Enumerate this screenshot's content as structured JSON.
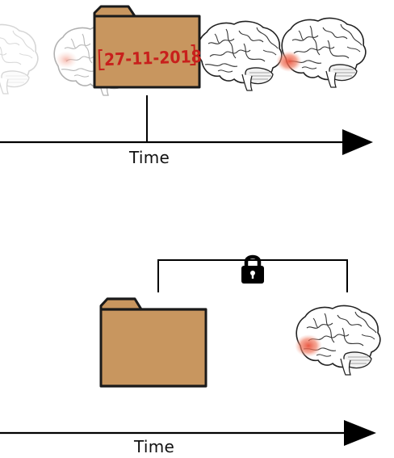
{
  "top_panel": {
    "axis_label": "Time",
    "folder_stamp_date": "27-11-2018",
    "brain_states": [
      "faded",
      "lesion-faded",
      "normal",
      "lesion"
    ]
  },
  "bottom_panel": {
    "axis_label": "Time",
    "lock_icon": "padlock-icon",
    "brain_state": "lesion"
  },
  "colors": {
    "folder_fill": "#c8965f",
    "folder_stroke": "#1a1a1a",
    "stamp_red": "#c8201c",
    "lesion_red": "#e8503a",
    "axis": "#000000"
  }
}
